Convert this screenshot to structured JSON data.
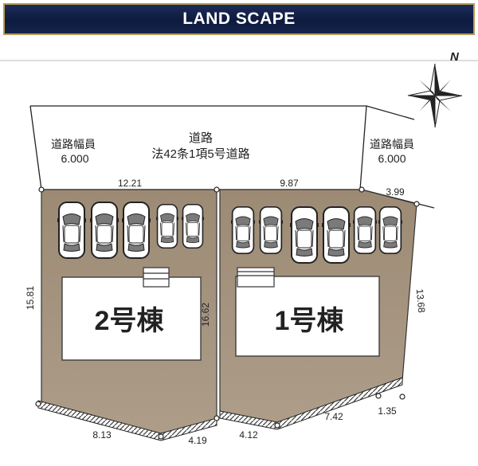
{
  "banner": {
    "title": "LAND SCAPE"
  },
  "compass": {
    "label": "N"
  },
  "road_center": {
    "line1": "道路",
    "line2": "法42条1項5号道路"
  },
  "road_left": {
    "line1": "道路幅員",
    "line2": "6.000"
  },
  "road_right": {
    "line1": "道路幅員",
    "line2": "6.000"
  },
  "lots": {
    "lot2": {
      "label": "2号棟"
    },
    "lot1": {
      "label": "1号棟"
    }
  },
  "dimensions": {
    "top_left": "12.21",
    "top_right": "9.87",
    "top_corner": "3.99",
    "left_side": "15.81",
    "middle_side": "16.62",
    "right_side": "13.68",
    "bottom_left_a": "8.13",
    "bottom_left_b": "4.19",
    "bottom_right_a": "4.12",
    "bottom_right_b": "7.42",
    "bottom_right_c": "1.35"
  },
  "colors": {
    "lot_fill": "#a1907c",
    "banner_bg": "#13214a",
    "banner_border": "#b89b55",
    "house_fill": "#ffffff"
  },
  "icons": {
    "car": "car-icon",
    "compass": "compass-star-icon",
    "stairs": "stairs-icon"
  }
}
